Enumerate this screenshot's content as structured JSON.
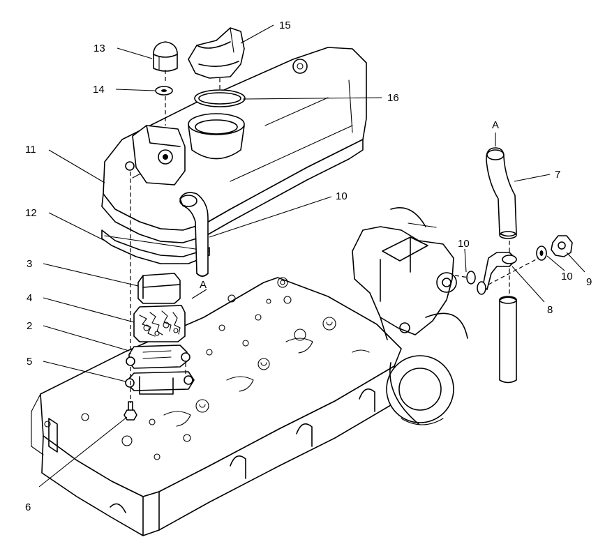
{
  "labels": {
    "n1": "13",
    "n2": "15",
    "n3": "14",
    "n4": "16",
    "n5": "11",
    "n6": "A",
    "n7": "7",
    "n8": "10",
    "n9": "12",
    "n10": "10",
    "n11": "3",
    "n12": "9",
    "n13": "10",
    "n14": "8",
    "n15": "A",
    "n16": "4",
    "n17": "2",
    "n18": "5",
    "n19": "6"
  }
}
